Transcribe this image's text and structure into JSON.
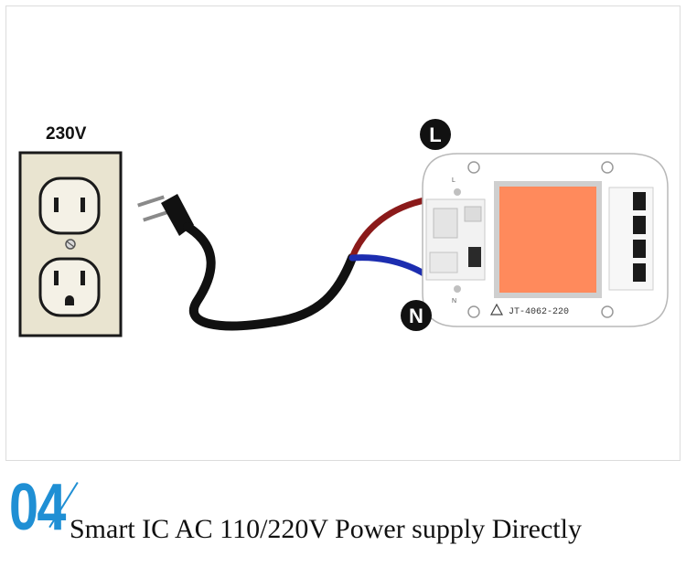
{
  "outlet": {
    "voltage_label": "230V"
  },
  "module": {
    "chip_label": "JT-4062-220",
    "terminal_live": "L",
    "terminal_neutral": "N",
    "pin_live_mark": "L",
    "pin_neutral_mark": "N"
  },
  "colors": {
    "live_wire": "#8b1a1a",
    "neutral_wire": "#1c2db0",
    "led_panel": "#ff8a5c",
    "accent_blue": "#1f8fd4"
  },
  "caption": {
    "step_number": "04",
    "text": "Smart IC AC 110/220V Power supply Directly"
  }
}
